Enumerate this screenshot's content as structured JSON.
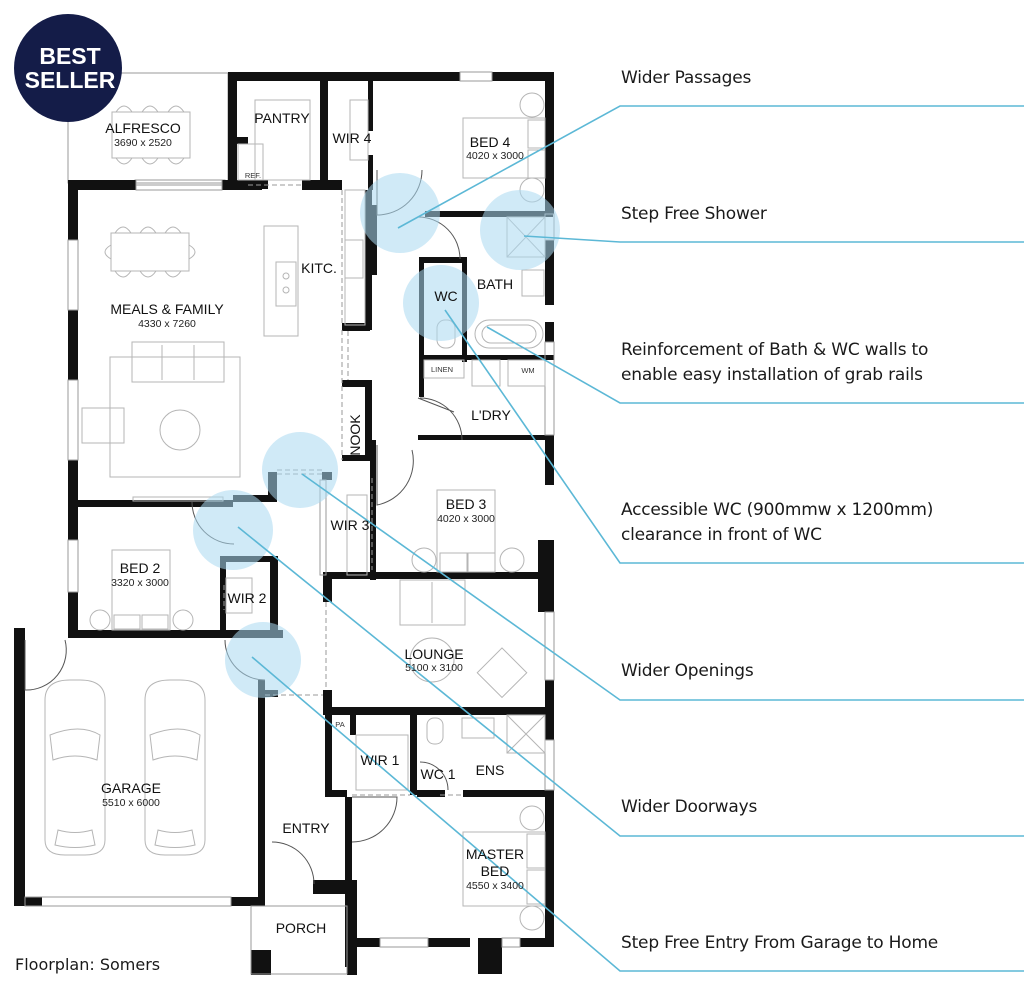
{
  "badge": {
    "line1": "BEST",
    "line2": "SELLER",
    "color": "#141c48"
  },
  "caption": "Floorplan: Somers",
  "colors": {
    "leader": "#5cb8d6",
    "zone": "#a9d8f0",
    "wall": "#111111"
  },
  "rooms": {
    "alfresco": {
      "name": "ALFRESCO",
      "dim": "3690 x 2520"
    },
    "pantry": {
      "name": "PANTRY"
    },
    "ref": {
      "name": "REF."
    },
    "wir4": {
      "name": "WIR 4"
    },
    "bed4": {
      "name": "BED 4",
      "dim": "4020 x 3000"
    },
    "kitchen": {
      "name": "KITC."
    },
    "bath": {
      "name": "BATH"
    },
    "wc": {
      "name": "WC"
    },
    "meals_family": {
      "name": "MEALS & FAMILY",
      "dim": "4330 x 7260"
    },
    "linen": {
      "name": "LINEN"
    },
    "wm": {
      "name": "WM"
    },
    "laundry": {
      "name": "L'DRY"
    },
    "nook": {
      "name": "NOOK"
    },
    "bed3": {
      "name": "BED 3",
      "dim": "4020 x 3000"
    },
    "wir3": {
      "name": "WIR 3"
    },
    "bed2": {
      "name": "BED 2",
      "dim": "3320 x 3000"
    },
    "wir2": {
      "name": "WIR 2"
    },
    "lounge": {
      "name": "LOUNGE",
      "dim": "5100 x 3100"
    },
    "pa": {
      "name": "PA"
    },
    "wir1": {
      "name": "WIR 1"
    },
    "wc1": {
      "name": "WC 1"
    },
    "ens": {
      "name": "ENS"
    },
    "garage": {
      "name": "GARAGE",
      "dim": "5510 x 6000"
    },
    "entry": {
      "name": "ENTRY"
    },
    "master_bed": {
      "name_line1": "MASTER",
      "name_line2": "BED",
      "dim": "4550 x 3400"
    },
    "porch": {
      "name": "PORCH"
    }
  },
  "features": [
    {
      "id": "wider-passages",
      "lines": [
        "Wider Passages"
      ]
    },
    {
      "id": "step-free-shower",
      "lines": [
        "Step Free Shower"
      ]
    },
    {
      "id": "reinforcement",
      "lines": [
        "Reinforcement of Bath & WC walls to",
        "enable easy installation of grab rails"
      ]
    },
    {
      "id": "accessible-wc",
      "lines": [
        "Accessible WC (900mmw x 1200mm)",
        "clearance in front of WC"
      ]
    },
    {
      "id": "wider-openings",
      "lines": [
        "Wider Openings"
      ]
    },
    {
      "id": "wider-doorways",
      "lines": [
        "Wider Doorways"
      ]
    },
    {
      "id": "step-free-entry",
      "lines": [
        "Step Free Entry From Garage to Home"
      ]
    }
  ]
}
